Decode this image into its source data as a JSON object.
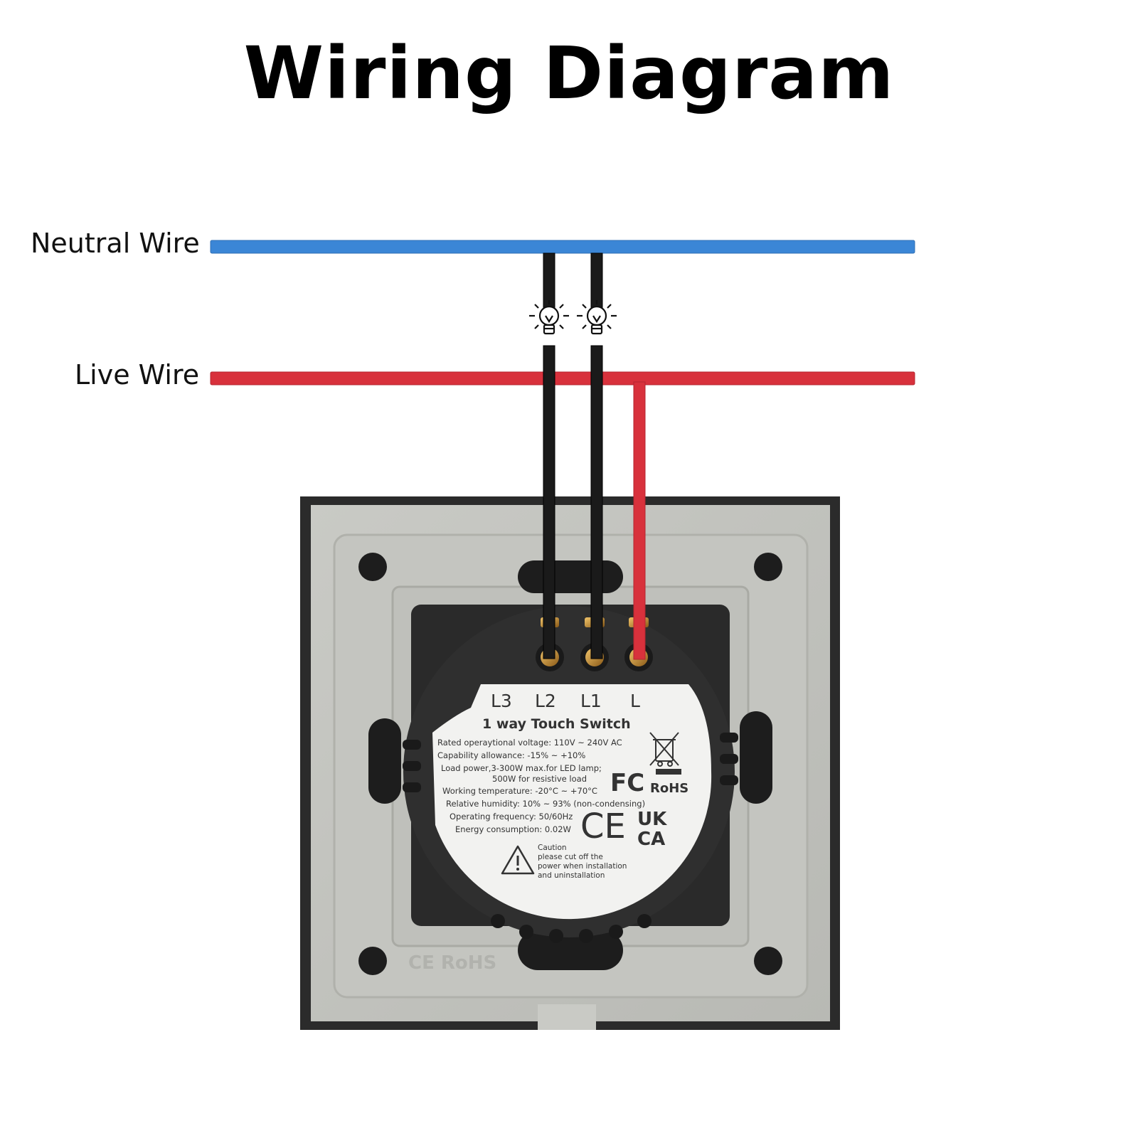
{
  "title": "Wiring Diagram",
  "wires": {
    "neutral_label": "Neutral Wire",
    "live_label": "Live Wire",
    "neutral_color": "#3b86d6",
    "live_color": "#d8313c",
    "load_color": "#1a1a1a"
  },
  "terminals": [
    "L3",
    "L2",
    "L1",
    "L"
  ],
  "label": {
    "product": "1 way Touch Switch",
    "specs": [
      "Rated operaytional voltage: 110V ~ 240V AC",
      "Capability allowance: -15%  ~ +10%",
      "Load power,3-300W max.for LED lamp;",
      "500W for resistive load",
      "Working temperature: -20°C ~ +70°C",
      "Relative humidity: 10% ~ 93% (non-condensing)",
      "Operating frequency: 50/60Hz",
      "Energy consumption: 0.02W"
    ],
    "caution": [
      "Caution",
      "please cut off the",
      "power when installation",
      "and uninstallation"
    ],
    "marks": {
      "fc": "FC",
      "rohs": "RoHS",
      "ce": "CE",
      "ukca_top": "UK",
      "ukca_bottom": "CA"
    }
  },
  "panel_mold_text": "CE RoHS"
}
